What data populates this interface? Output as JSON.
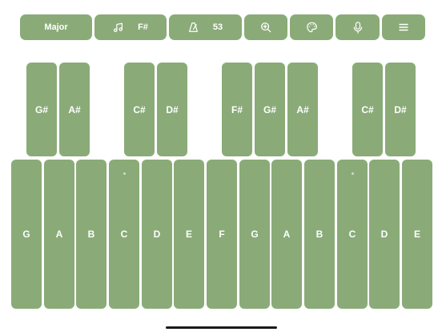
{
  "toolbar": {
    "scale_label": "Major",
    "key_label": "F#",
    "tempo_value": "53",
    "accent_color": "#8aab78",
    "icons": {
      "key": "music-note-icon",
      "tempo": "metronome-icon",
      "zoom": "zoom-in-icon",
      "theme": "palette-icon",
      "mic": "microphone-icon",
      "menu": "hamburger-menu-icon"
    }
  },
  "keyboard": {
    "key_color": "#8aab78",
    "black_keys": [
      "G#",
      "A#",
      "C#",
      "D#",
      "F#",
      "G#",
      "A#",
      "C#",
      "D#"
    ],
    "white_keys": [
      "G",
      "A",
      "B",
      "C",
      "D",
      "E",
      "F",
      "G",
      "A",
      "B",
      "C",
      "D",
      "E"
    ]
  }
}
